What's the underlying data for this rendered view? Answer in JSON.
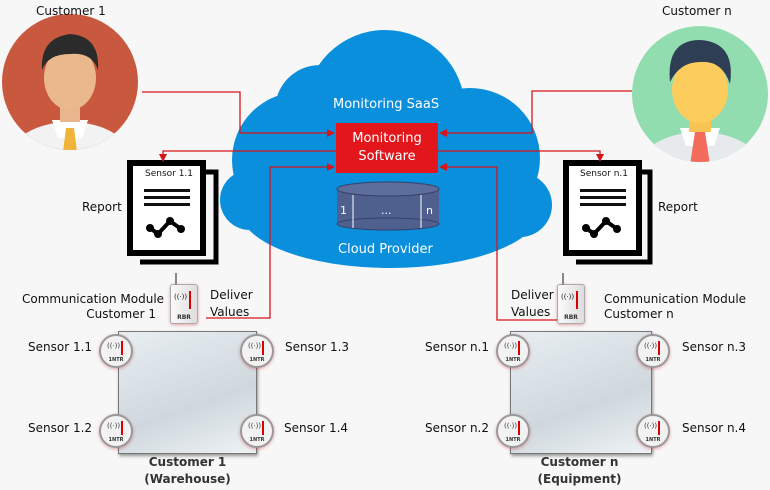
{
  "customers": [
    {
      "name": "Customer 1",
      "avatar_bg": "#c9593e",
      "tie_color": "#f0b43a"
    },
    {
      "name": "Customer n",
      "avatar_bg": "#92ddb0",
      "tie_color": "#f26b5b"
    }
  ],
  "cloud": {
    "title": "Monitoring SaaS",
    "software_label_line1": "Monitoring",
    "software_label_line2": "Software",
    "db_labels": [
      "1",
      "...",
      "n"
    ],
    "provider": "Cloud Provider",
    "cloud_color": "#0a8fdc",
    "software_color": "#e3161c",
    "db_color": "#4f5f8e"
  },
  "reports": [
    {
      "label": "Report",
      "title": "Sensor 1.1"
    },
    {
      "label": "Report",
      "title": "Sensor n.1"
    }
  ],
  "sites": [
    {
      "module_line1": "Communication Module",
      "module_line2": "Customer 1",
      "module_brand": "RBR",
      "deliver_line1": "Deliver",
      "deliver_line2": "Values",
      "sensors": [
        "Sensor 1.1",
        "Sensor 1.2",
        "Sensor 1.3",
        "Sensor 1.4"
      ],
      "sensor_brand": "1NTR",
      "caption_line1": "Customer 1",
      "caption_line2": "(Warehouse)"
    },
    {
      "module_line1": "Communication Module",
      "module_line2": "Customer n",
      "module_brand": "RBR",
      "deliver_line1": "Deliver",
      "deliver_line2": "Values",
      "sensors": [
        "Sensor n.1",
        "Sensor n.2",
        "Sensor n.3",
        "Sensor n.4"
      ],
      "sensor_brand": "1NTR",
      "caption_line1": "Customer n",
      "caption_line2": "(Equipment)"
    }
  ],
  "connector_color": "#d8141b",
  "wave_glyph": "((·))"
}
